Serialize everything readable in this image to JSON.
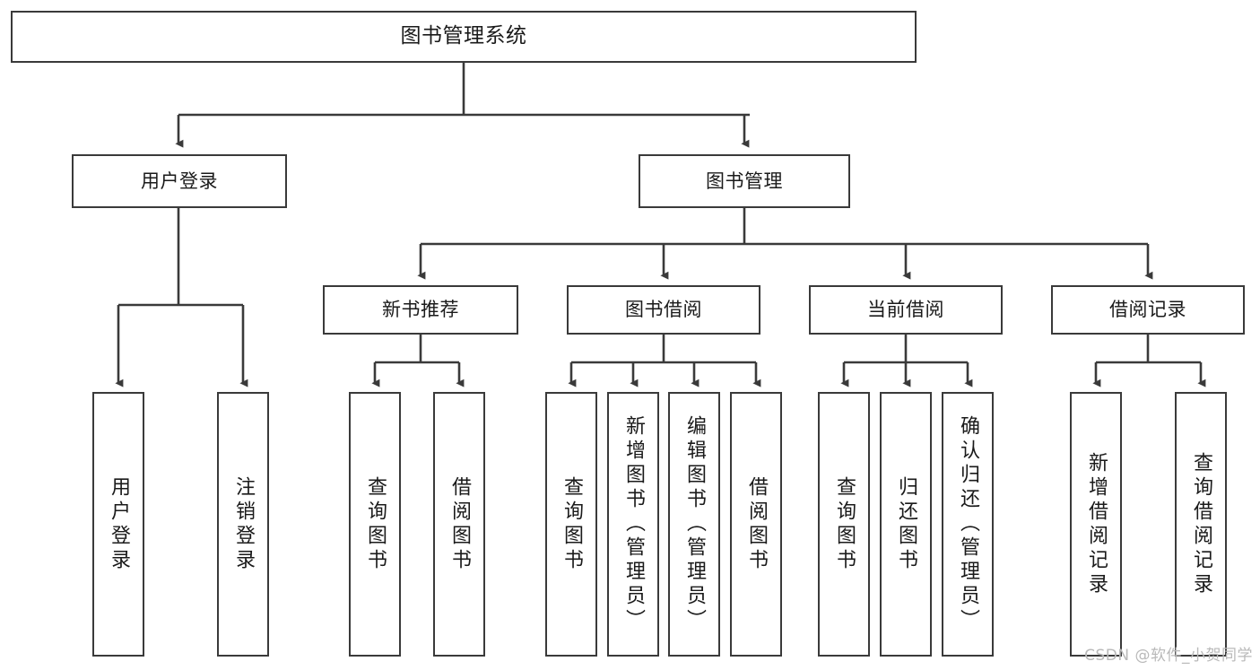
{
  "diagram": {
    "title": "图书管理系统",
    "type": "function-structure-tree",
    "colors": {
      "box_border": "#3a3a3a",
      "box_fill": "#ffffff",
      "connector": "#3a3a3a",
      "text": "#1a1a1a",
      "watermark": "#b9b9b9",
      "background": "#ffffff"
    },
    "root": {
      "label": "图书管理系统"
    },
    "level1": [
      {
        "id": "user-login",
        "label": "用户登录"
      },
      {
        "id": "book-management",
        "label": "图书管理"
      }
    ],
    "level2": [
      {
        "id": "new-book-recommend",
        "label": "新书推荐"
      },
      {
        "id": "book-borrow",
        "label": "图书借阅"
      },
      {
        "id": "current-borrow",
        "label": "当前借阅"
      },
      {
        "id": "borrow-record",
        "label": "借阅记录"
      }
    ],
    "leaves": [
      {
        "id": "leaf-user-login",
        "label": "用户登录",
        "parent": "user-login"
      },
      {
        "id": "leaf-logout-login",
        "label": "注销登录",
        "parent": "user-login"
      },
      {
        "id": "leaf-query-book-1",
        "label": "查询图书",
        "parent": "new-book-recommend"
      },
      {
        "id": "leaf-borrow-book-1",
        "label": "借阅图书",
        "parent": "new-book-recommend"
      },
      {
        "id": "leaf-query-book-2",
        "label": "查询图书",
        "parent": "book-borrow"
      },
      {
        "id": "leaf-add-book",
        "label": "新增图书（管理员）",
        "parent": "book-borrow"
      },
      {
        "id": "leaf-edit-book",
        "label": "编辑图书（管理员）",
        "parent": "book-borrow"
      },
      {
        "id": "leaf-borrow-book-2",
        "label": "借阅图书",
        "parent": "book-borrow"
      },
      {
        "id": "leaf-query-book-3",
        "label": "查询图书",
        "parent": "current-borrow"
      },
      {
        "id": "leaf-return-book",
        "label": "归还图书",
        "parent": "current-borrow"
      },
      {
        "id": "leaf-confirm-return",
        "label": "确认归还（管理员）",
        "parent": "current-borrow"
      },
      {
        "id": "leaf-add-record",
        "label": "新增借阅记录",
        "parent": "borrow-record"
      },
      {
        "id": "leaf-query-record",
        "label": "查询借阅记录",
        "parent": "borrow-record"
      }
    ],
    "watermark": "CSDN @软件_小贺同学"
  }
}
